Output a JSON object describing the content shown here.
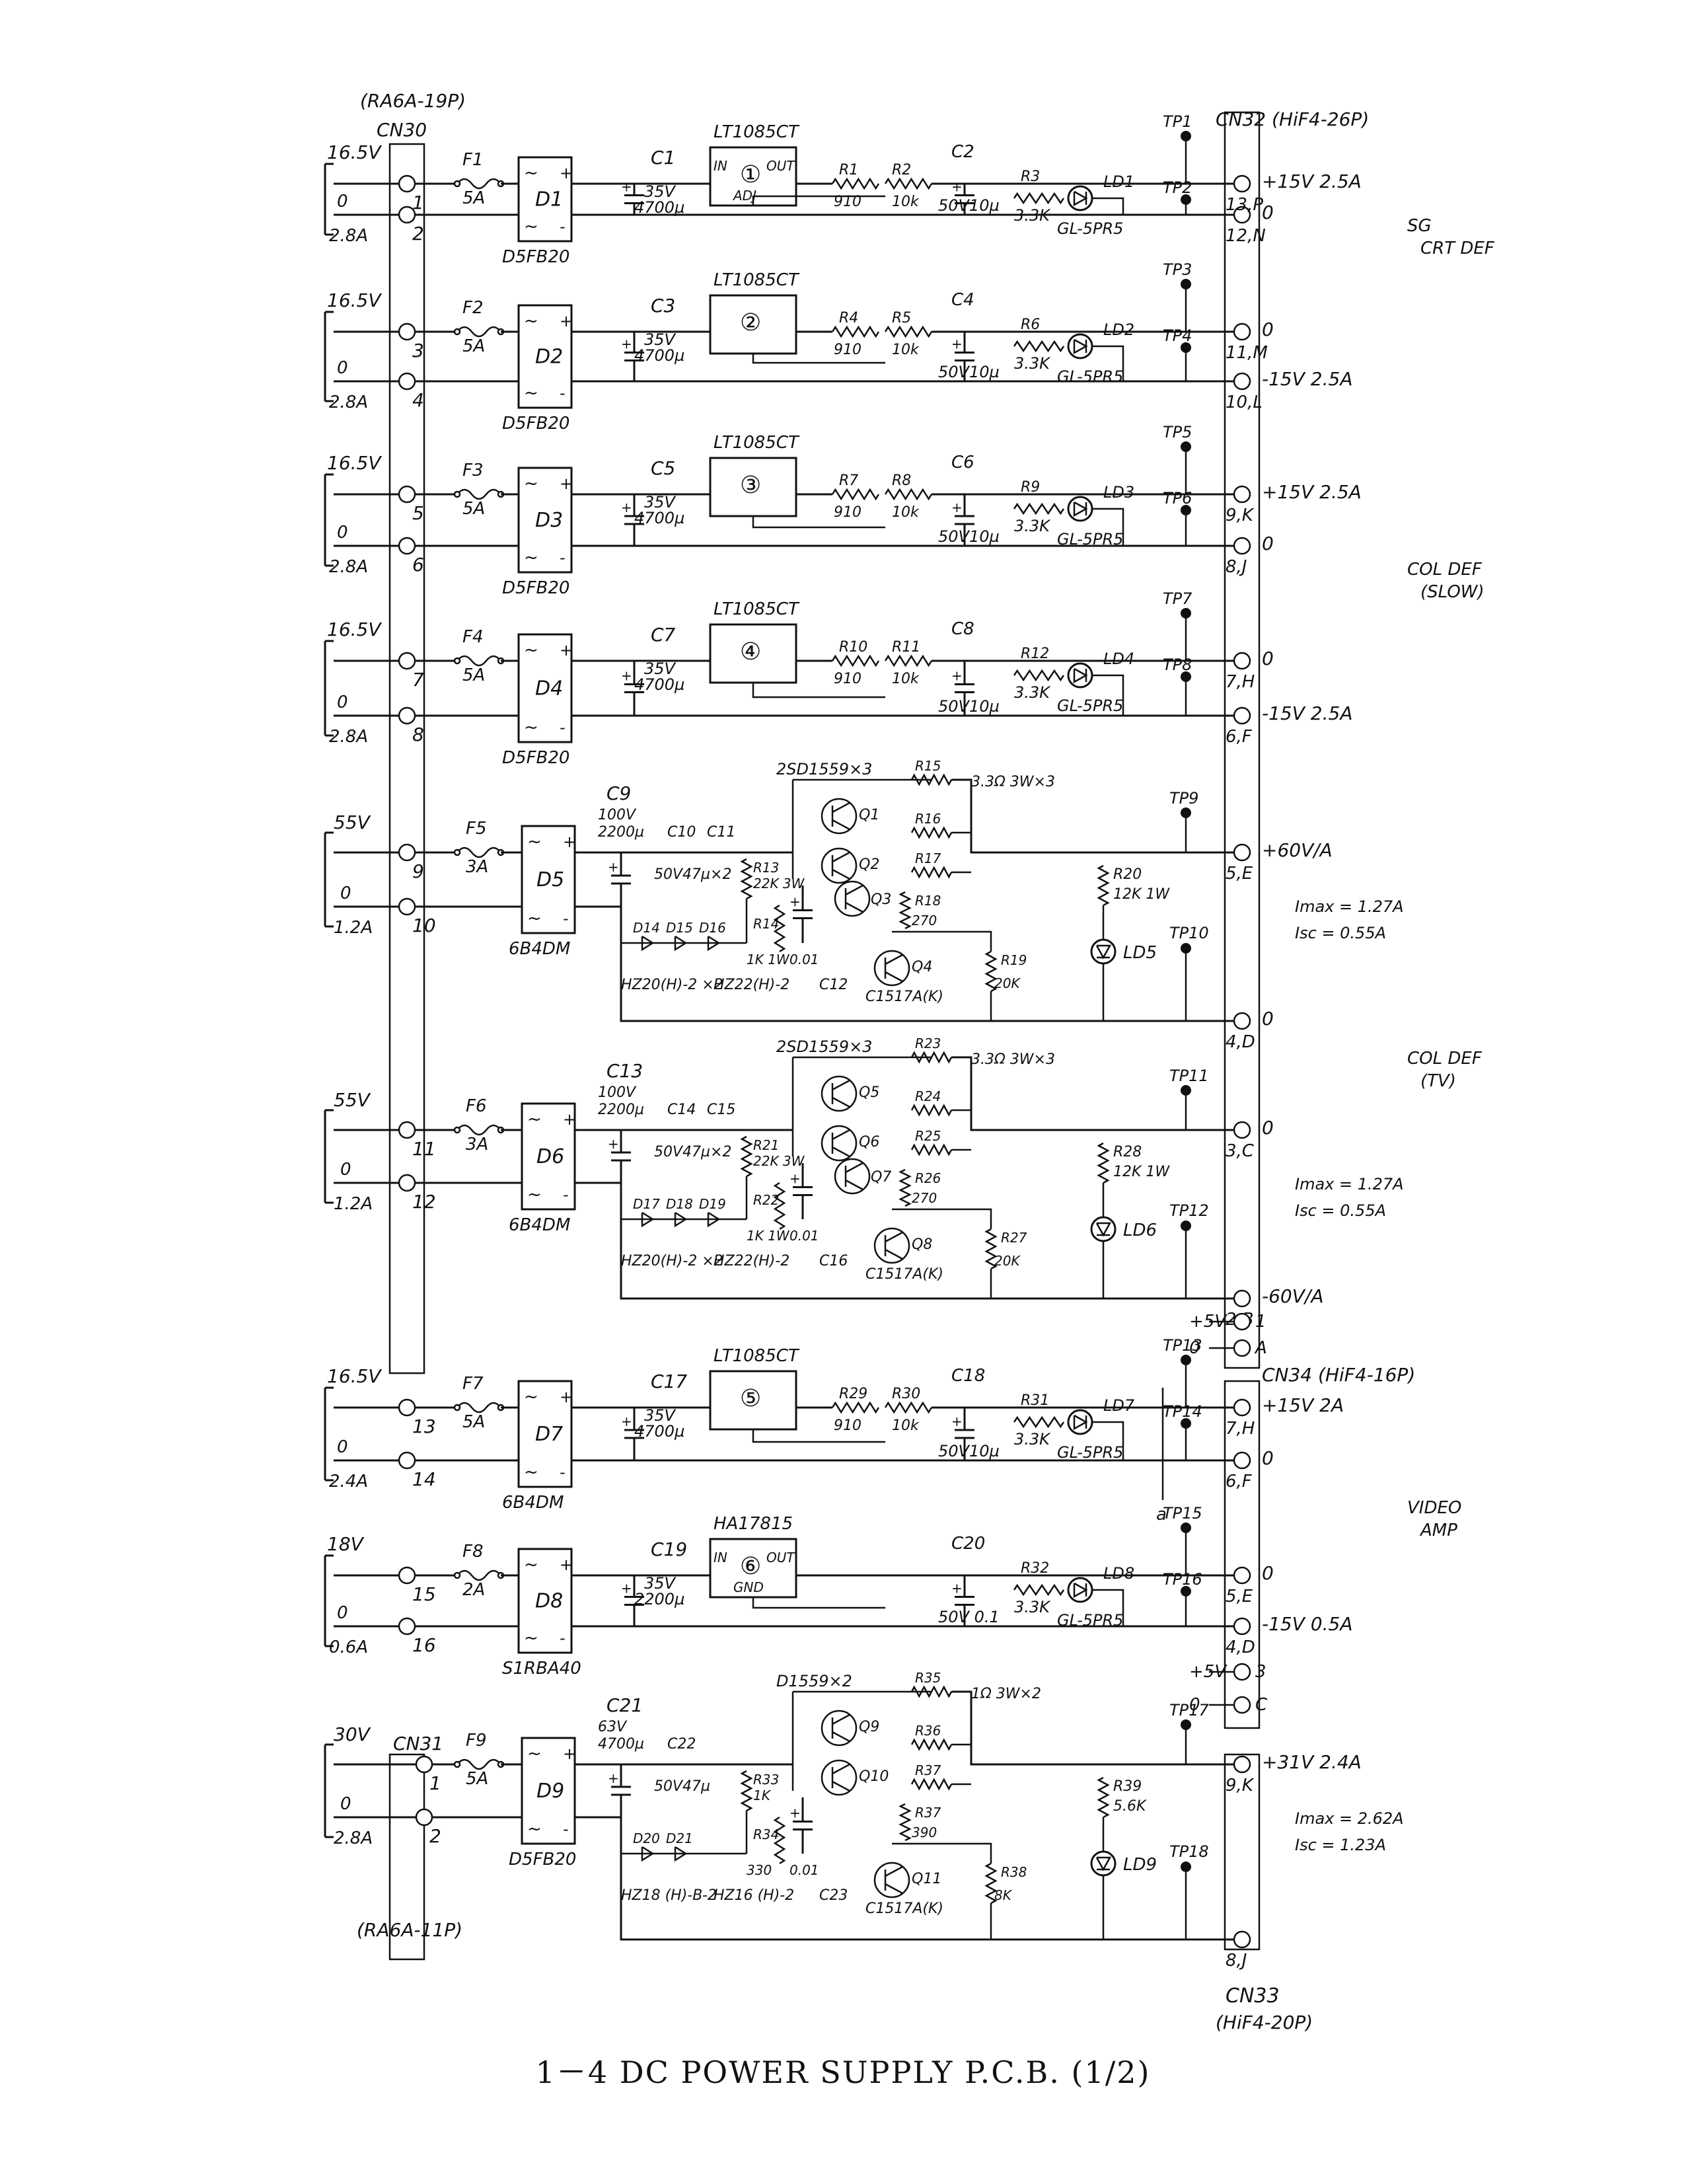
{
  "caption": "1－4  DC POWER SUPPLY P.C.B.  (1/2)",
  "connectors": {
    "cn30": {
      "name": "CN30",
      "type": "(RA6A-19P)"
    },
    "cn31": {
      "name": "CN31",
      "type": "(RA6A-11P)"
    },
    "cn32": {
      "name": "CN32",
      "type": "(HiF4-26P)"
    },
    "cn33": {
      "name": "CN33",
      "type": "(HiF4-20P)"
    },
    "cn34": {
      "name": "CN34",
      "type": "(HiF4-16P)"
    }
  },
  "sections": [
    {
      "in_v": "16.5V",
      "in_0": "0",
      "in_a": "2.8A",
      "pin_a": "1",
      "pin_b": "2",
      "fuse": "F1",
      "fuse_a": "5A",
      "diode": "D1",
      "diode_p": "D5FB20",
      "cap": "C1",
      "cap_v": "35V",
      "cap_c": "4700µ",
      "reg": "LT1085CT",
      "reg_n": "①",
      "reg_in": "IN",
      "reg_out": "OUT",
      "reg_adj": "ADJ",
      "ra": "R1",
      "ra_v": "910",
      "rb": "R2",
      "rb_v": "10k",
      "cb": "C2",
      "cb_v": "50V10µ",
      "rl": "R3",
      "rl_v": "3.3K",
      "led": "LD1",
      "led_p": "GL-5PR5",
      "tp_a": "TP1",
      "tp_b": "TP2",
      "out_a_pin": "13,P",
      "out_a": "+15V 2.5A",
      "out_b_pin": "12,N",
      "out_b": "0"
    },
    {
      "in_v": "16.5V",
      "in_0": "0",
      "in_a": "2.8A",
      "pin_a": "3",
      "pin_b": "4",
      "fuse": "F2",
      "fuse_a": "5A",
      "diode": "D2",
      "diode_p": "D5FB20",
      "cap": "C3",
      "cap_v": "35V",
      "cap_c": "4700µ",
      "reg": "LT1085CT",
      "reg_n": "②",
      "reg_in": "",
      "reg_out": "",
      "reg_adj": "",
      "ra": "R4",
      "ra_v": "910",
      "rb": "R5",
      "rb_v": "10k",
      "cb": "C4",
      "cb_v": "50V10µ",
      "rl": "R6",
      "rl_v": "3.3K",
      "led": "LD2",
      "led_p": "GL-5PR5",
      "tp_a": "TP3",
      "tp_b": "TP4",
      "out_a_pin": "11,M",
      "out_a": "0",
      "out_b_pin": "10,L",
      "out_b": "-15V 2.5A"
    },
    {
      "in_v": "16.5V",
      "in_0": "0",
      "in_a": "2.8A",
      "pin_a": "5",
      "pin_b": "6",
      "fuse": "F3",
      "fuse_a": "5A",
      "diode": "D3",
      "diode_p": "D5FB20",
      "cap": "C5",
      "cap_v": "35V",
      "cap_c": "4700µ",
      "reg": "LT1085CT",
      "reg_n": "③",
      "reg_in": "",
      "reg_out": "",
      "reg_adj": "",
      "ra": "R7",
      "ra_v": "910",
      "rb": "R8",
      "rb_v": "10k",
      "cb": "C6",
      "cb_v": "50V10µ",
      "rl": "R9",
      "rl_v": "3.3K",
      "led": "LD3",
      "led_p": "GL-5PR5",
      "tp_a": "TP5",
      "tp_b": "TP6",
      "out_a_pin": "9,K",
      "out_a": "+15V 2.5A",
      "out_b_pin": "8,J",
      "out_b": "0"
    },
    {
      "in_v": "16.5V",
      "in_0": "0",
      "in_a": "2.8A",
      "pin_a": "7",
      "pin_b": "8",
      "fuse": "F4",
      "fuse_a": "5A",
      "diode": "D4",
      "diode_p": "D5FB20",
      "cap": "C7",
      "cap_v": "35V",
      "cap_c": "4700µ",
      "reg": "LT1085CT",
      "reg_n": "④",
      "reg_in": "",
      "reg_out": "",
      "reg_adj": "",
      "ra": "R10",
      "ra_v": "910",
      "rb": "R11",
      "rb_v": "10k",
      "cb": "C8",
      "cb_v": "50V10µ",
      "rl": "R12",
      "rl_v": "3.3K",
      "led": "LD4",
      "led_p": "GL-5PR5",
      "tp_a": "TP7",
      "tp_b": "TP8",
      "out_a_pin": "7,H",
      "out_a": "0",
      "out_b_pin": "6,F",
      "out_b": "-15V 2.5A"
    },
    {
      "in_v": "16.5V",
      "in_0": "0",
      "in_a": "2.4A",
      "pin_a": "13",
      "pin_b": "14",
      "fuse": "F7",
      "fuse_a": "5A",
      "diode": "D7",
      "diode_p": "6B4DM",
      "cap": "C17",
      "cap_v": "35V",
      "cap_c": "4700µ",
      "reg": "LT1085CT",
      "reg_n": "⑤",
      "reg_in": "",
      "reg_out": "",
      "reg_adj": "",
      "ra": "R29",
      "ra_v": "910",
      "rb": "R30",
      "rb_v": "10k",
      "cb": "C18",
      "cb_v": "50V10µ",
      "rl": "R31",
      "rl_v": "3.3K",
      "led": "LD7",
      "led_p": "GL-5PR5",
      "tp_a": "TP13",
      "tp_b": "TP14",
      "out_a_pin": "7,H",
      "out_a": "+15V 2A",
      "out_b_pin": "6,F",
      "out_b": "0"
    },
    {
      "in_v": "18V",
      "in_0": "0",
      "in_a": "0.6A",
      "pin_a": "15",
      "pin_b": "16",
      "fuse": "F8",
      "fuse_a": "2A",
      "diode": "D8",
      "diode_p": "S1RBA40",
      "cap": "C19",
      "cap_v": "35V",
      "cap_c": "2200µ",
      "reg": "HA17815",
      "reg_n": "⑥",
      "reg_in": "IN",
      "reg_out": "OUT",
      "reg_adj": "GND",
      "ra": "",
      "ra_v": "",
      "rb": "",
      "rb_v": "",
      "cb": "C20",
      "cb_v": "50V 0.1",
      "rl": "R32",
      "rl_v": "3.3K",
      "led": "LD8",
      "led_p": "GL-5PR5",
      "tp_a": "TP15",
      "tp_b": "TP16",
      "out_a_pin": "5,E",
      "out_a": "0",
      "out_b_pin": "4,D",
      "out_b": "-15V 0.5A"
    }
  ],
  "hv_sections": [
    {
      "in_v": "55V",
      "in_0": "0",
      "in_a": "1.2A",
      "pin_a": "9",
      "pin_b": "10",
      "fuse": "F5",
      "fuse_a": "3A",
      "diode": "D5",
      "diode_p": "6B4DM",
      "cap": "C9",
      "cap_v": "100V",
      "cap_c": "2200µ",
      "cap2": "C10",
      "cap3": "C11",
      "cap_pair": "50V47µ×2",
      "zeners": [
        "D14",
        "D15",
        "D16"
      ],
      "zener_p1": "HZ20(H)-2 ×2",
      "zener_p2": "HZ22(H)-2",
      "r_bias": "R13",
      "r_bias_v": "22K 3W",
      "r_base": "R14",
      "r_base_v": "1K 1W",
      "c_base": "0.01",
      "c_fb": "C12",
      "tr_p": "2SD1559×3",
      "rs": [
        "R15",
        "R16",
        "R17"
      ],
      "rs_v": "3.3Ω 3W×3",
      "q": [
        "Q1",
        "Q2",
        "Q3",
        "Q4"
      ],
      "q4_p": "C1517A(K)",
      "r_sense": "R18",
      "r_sense_v": "270",
      "r_pd": "R19",
      "r_pd_v": "20K",
      "r_led": "R20",
      "r_led_v": "12K 1W",
      "led": "LD5",
      "tp_a": "TP9",
      "tp_b": "TP10",
      "out_a_pin": "5,E",
      "out_a": "+60V/A",
      "out_b_pin": "4,D",
      "out_b": "0",
      "imax": "Imax = 1.27A",
      "isc": "Isc = 0.55A"
    },
    {
      "in_v": "55V",
      "in_0": "0",
      "in_a": "1.2A",
      "pin_a": "11",
      "pin_b": "12",
      "fuse": "F6",
      "fuse_a": "3A",
      "diode": "D6",
      "diode_p": "6B4DM",
      "cap": "C13",
      "cap_v": "100V",
      "cap_c": "2200µ",
      "cap2": "C14",
      "cap3": "C15",
      "cap_pair": "50V47µ×2",
      "zeners": [
        "D17",
        "D18",
        "D19"
      ],
      "zener_p1": "HZ20(H)-2 ×2",
      "zener_p2": "HZ22(H)-2",
      "r_bias": "R21",
      "r_bias_v": "22K 3W",
      "r_base": "R22",
      "r_base_v": "1K 1W",
      "c_base": "0.01",
      "c_fb": "C16",
      "tr_p": "2SD1559×3",
      "rs": [
        "R23",
        "R24",
        "R25"
      ],
      "rs_v": "3.3Ω 3W×3",
      "q": [
        "Q5",
        "Q6",
        "Q7",
        "Q8"
      ],
      "q4_p": "C1517A(K)",
      "r_sense": "R26",
      "r_sense_v": "270",
      "r_pd": "R27",
      "r_pd_v": "20K",
      "r_led": "R28",
      "r_led_v": "12K 1W",
      "led": "LD6",
      "tp_a": "TP11",
      "tp_b": "TP12",
      "out_a_pin": "3,C",
      "out_a": "0",
      "out_b_pin": "2,B",
      "out_b": "-60V/A",
      "imax": "Imax = 1.27A",
      "isc": "Isc = 0.55A"
    },
    {
      "in_v": "30V",
      "in_0": "0",
      "in_a": "2.8A",
      "pin_a": "1",
      "pin_b": "2",
      "fuse": "F9",
      "fuse_a": "5A",
      "diode": "D9",
      "diode_p": "D5FB20",
      "cap": "C21",
      "cap_v": "63V",
      "cap_c": "4700µ",
      "cap2": "C22",
      "cap3": "",
      "cap_pair": "50V47µ",
      "zeners": [
        "D20",
        "D21"
      ],
      "zener_p1": "HZ18 (H)-B-2",
      "zener_p2": "HZ16 (H)-2",
      "r_bias": "R33",
      "r_bias_v": "1K",
      "r_base": "R34",
      "r_base_v": "330",
      "c_base": "0.01",
      "c_fb": "C23",
      "tr_p": "D1559×2",
      "rs": [
        "R35",
        "R36",
        "R37"
      ],
      "rs_v": "1Ω 3W×2",
      "q": [
        "Q9",
        "Q10",
        "",
        "Q11"
      ],
      "q4_p": "C1517A(K)",
      "r_sense": "R37",
      "r_sense_v": "390",
      "r_pd": "R38",
      "r_pd_v": "8K",
      "r_led": "R39",
      "r_led_v": "5.6K",
      "led": "LD9",
      "tp_a": "TP17",
      "tp_b": "TP18",
      "out_a_pin": "9,K",
      "out_a": "+31V 2.4A",
      "out_b_pin": "8,J",
      "out_b": "",
      "imax": "Imax = 2.62A",
      "isc": "Isc = 1.23A"
    }
  ],
  "extra_pins": {
    "cn32_1": {
      "pin": "1",
      "label": "+5V"
    },
    "cn32_a": {
      "pin": "A",
      "label": "0"
    },
    "cn34_3": {
      "pin": "3",
      "label": "+5V"
    },
    "cn34_c": {
      "pin": "C",
      "label": "0"
    },
    "probe_a": "a"
  },
  "groups": {
    "crt_def": [
      "SG",
      "CRT DEF"
    ],
    "col_def_slow": [
      "COL DEF",
      "(SLOW)"
    ],
    "col_def_tv": [
      "COL DEF",
      "(TV)"
    ],
    "video_amp": [
      "VIDEO",
      "AMP"
    ]
  }
}
